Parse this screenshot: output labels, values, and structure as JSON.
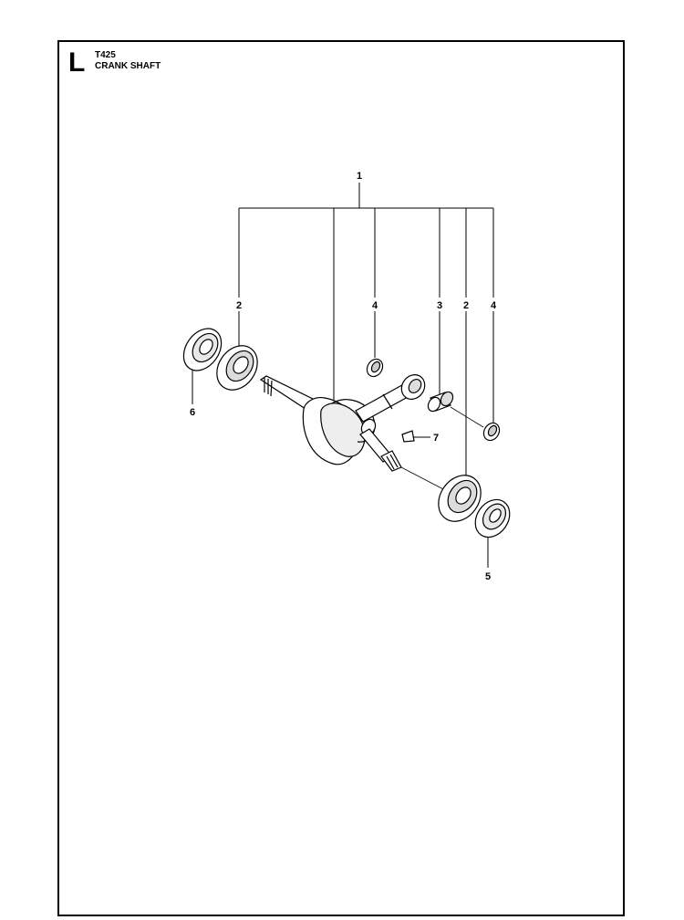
{
  "page": {
    "section_letter": "L",
    "model": "T425",
    "title": "CRANK SHAFT"
  },
  "callouts": {
    "c1": "1",
    "c2a": "2",
    "c4a": "4",
    "c3": "3",
    "c2b": "2",
    "c4b": "4",
    "c6": "6",
    "c7": "7",
    "c5": "5"
  },
  "colors": {
    "line": "#000000",
    "fill": "#ffffff",
    "shade": "#d8d8d8"
  }
}
